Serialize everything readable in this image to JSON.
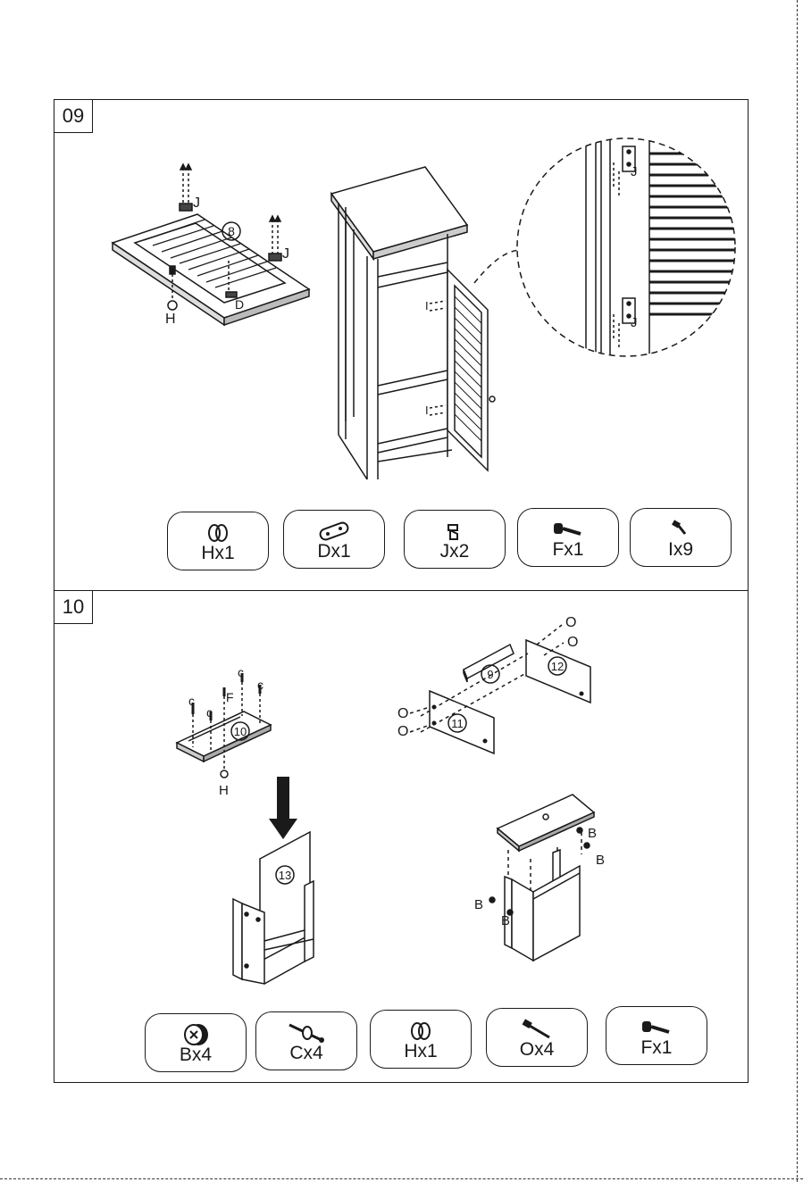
{
  "steps": [
    {
      "number": "09",
      "callouts": {
        "hinge1": "J",
        "hinge2": "J",
        "door_screw": "I",
        "lower_screw": "I",
        "knob": "H",
        "plate": "D",
        "zoom_hinge_top": "J",
        "zoom_hinge_bottom": "J",
        "door_number": "8"
      },
      "parts": [
        {
          "label": "Hx1",
          "icon": "knob-icon"
        },
        {
          "label": "Dx1",
          "icon": "plate-icon"
        },
        {
          "label": "Jx2",
          "icon": "hinge-icon"
        },
        {
          "label": "Fx1",
          "icon": "bolt-icon"
        },
        {
          "label": "Ix9",
          "icon": "small-screw-icon"
        }
      ]
    },
    {
      "number": "10",
      "callouts": {
        "panel_10": "10",
        "panel_9": "9",
        "panel_11": "11",
        "panel_12": "12",
        "panel_13": "13",
        "c1": "c",
        "c2": "c",
        "c3": "c",
        "c4": "c",
        "f": "F",
        "h": "H",
        "o1": "O",
        "o2": "O",
        "o3": "O",
        "o4": "O",
        "b1": "B",
        "b2": "B",
        "b3": "B",
        "b4": "B"
      },
      "parts": [
        {
          "label": "Bx4",
          "icon": "cam-lock-icon"
        },
        {
          "label": "Cx4",
          "icon": "cam-bolt-icon"
        },
        {
          "label": "Hx1",
          "icon": "knob-icon"
        },
        {
          "label": "Ox4",
          "icon": "wood-screw-icon"
        },
        {
          "label": "Fx1",
          "icon": "bolt-icon"
        }
      ]
    }
  ]
}
